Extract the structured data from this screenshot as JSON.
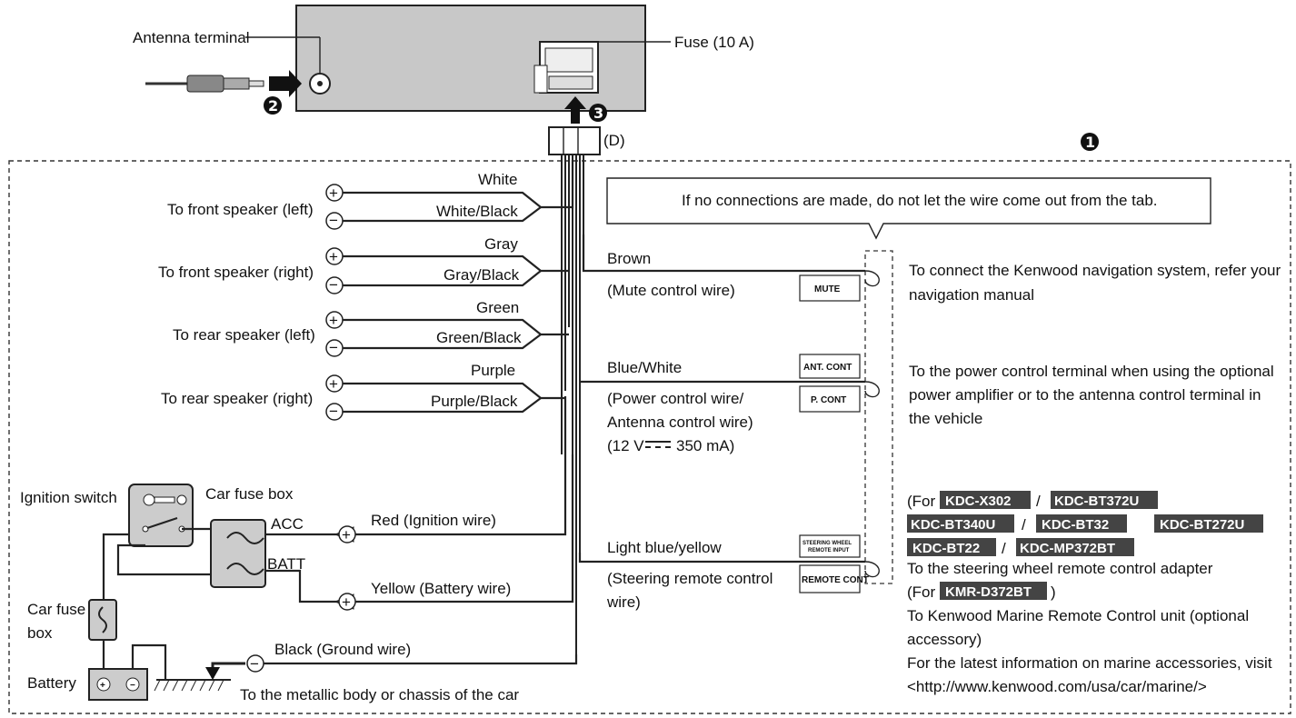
{
  "head_unit": {
    "antenna_terminal": "Antenna terminal",
    "fuse": "Fuse (10 A)",
    "connector": "(D)",
    "step1": "1",
    "step2": "2",
    "step3": "3"
  },
  "speakers": [
    {
      "label": "To front speaker (left)",
      "plus_wire": "White",
      "minus_wire": "White/Black"
    },
    {
      "label": "To front speaker (right)",
      "plus_wire": "Gray",
      "minus_wire": "Gray/Black"
    },
    {
      "label": "To rear speaker (left)",
      "plus_wire": "Green",
      "minus_wire": "Green/Black"
    },
    {
      "label": "To rear speaker (right)",
      "plus_wire": "Purple",
      "minus_wire": "Purple/Black"
    }
  ],
  "note": "If no connections are made, do not let the wire come out from the tab.",
  "brown": {
    "wire": "Brown",
    "desc": "(Mute control wire)",
    "tab": "MUTE",
    "dest_line1": "To connect the Kenwood navigation system, refer your",
    "dest_line2": "navigation manual"
  },
  "bluewhite": {
    "wire": "Blue/White",
    "desc1": "(Power control wire/",
    "desc2": "Antenna control wire)",
    "desc3": "(12 V",
    "desc3_rest": "350 mA)",
    "tab1": "ANT. CONT",
    "tab2": "P. CONT",
    "dest_line1": "To the power control terminal when using the optional",
    "dest_line2": "power amplifier or to the antenna control terminal in",
    "dest_line3": "the vehicle"
  },
  "steering": {
    "wire": "Light blue/yellow",
    "desc1": "(Steering remote control",
    "desc2": "wire)",
    "tab1a": "STEERING WHEEL",
    "tab1b": "REMOTE INPUT",
    "tab2": "REMOTE CONT",
    "for_open": "(For",
    "sep": "/",
    "close": ")",
    "models": [
      "KDC-X302",
      "KDC-BT372U",
      "KDC-BT340U",
      "KDC-BT32",
      "KDC-BT272U",
      "KDC-BT22",
      "KDC-MP372BT"
    ],
    "adapter": "To the steering wheel remote control adapter",
    "marine_model": "KMR-D372BT",
    "marine_line1": "To Kenwood Marine Remote Control unit (optional",
    "marine_line2": "accessory)",
    "marine_line3": "For the latest information on marine accessories, visit",
    "marine_line4": "<http://www.kenwood.com/usa/car/marine/>"
  },
  "power": {
    "ignition_switch": "Ignition switch",
    "car_fuse_box_top": "Car fuse box",
    "acc": "ACC",
    "batt": "BATT",
    "red": "Red (Ignition wire)",
    "yellow": "Yellow (Battery wire)",
    "car_fuse_box_left1": "Car fuse",
    "car_fuse_box_left2": "box",
    "battery": "Battery",
    "black": "Black (Ground wire)",
    "chassis": "To the metallic body or chassis of the car"
  },
  "colors": {
    "line": "#222222",
    "unit_fill": "#c8c8c8",
    "highlight": "#444444"
  }
}
